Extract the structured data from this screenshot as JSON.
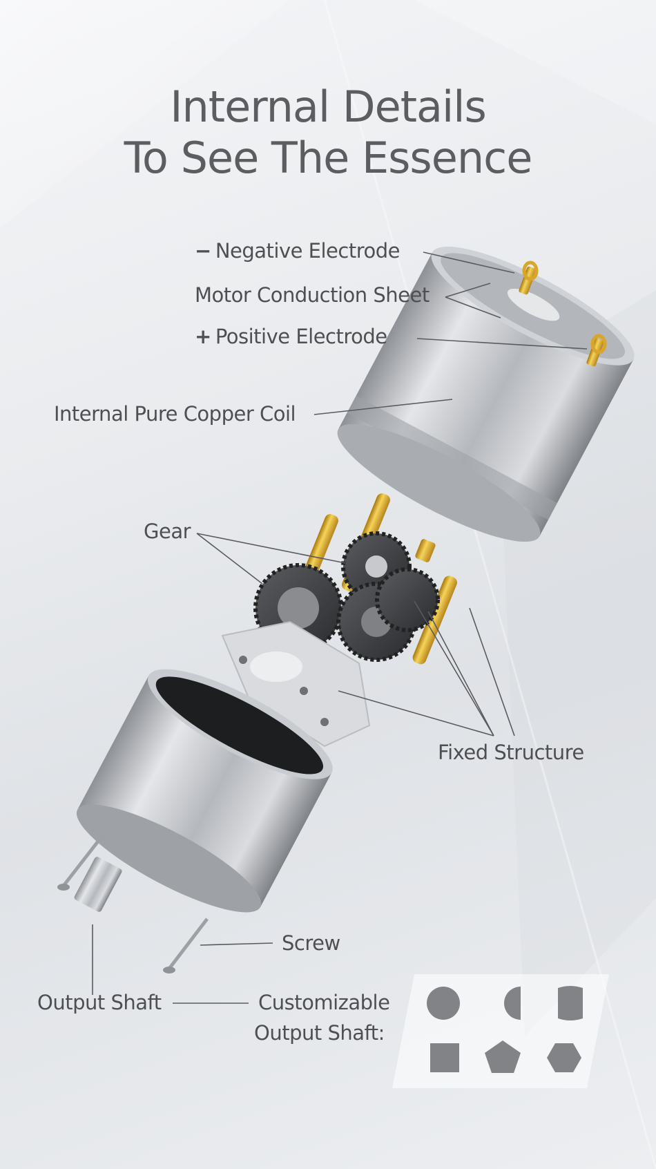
{
  "title": {
    "line1": "Internal Details",
    "line2": "To See The Essence"
  },
  "labels": {
    "negative_sign": "−",
    "negative": "Negative Electrode",
    "conduction": "Motor Conduction Sheet",
    "positive_sign": "+",
    "positive": "Positive Electrode",
    "coil": "Internal Pure Copper Coil",
    "gear": "Gear",
    "fixed": "Fixed Structure",
    "screw": "Screw",
    "output_shaft": "Output Shaft",
    "customizable_line1": "Customizable",
    "customizable_line2": "Output Shaft:"
  },
  "shaft_shapes": [
    "round-icon",
    "d-cut-icon",
    "double-d-icon",
    "square-icon",
    "pentagon-icon",
    "hexagon-icon"
  ],
  "colors": {
    "text": "#4e4f53",
    "title": "#5c5d60",
    "shape": "#828386",
    "gold": "#d9a62b",
    "silver": "#b9bcc1"
  }
}
